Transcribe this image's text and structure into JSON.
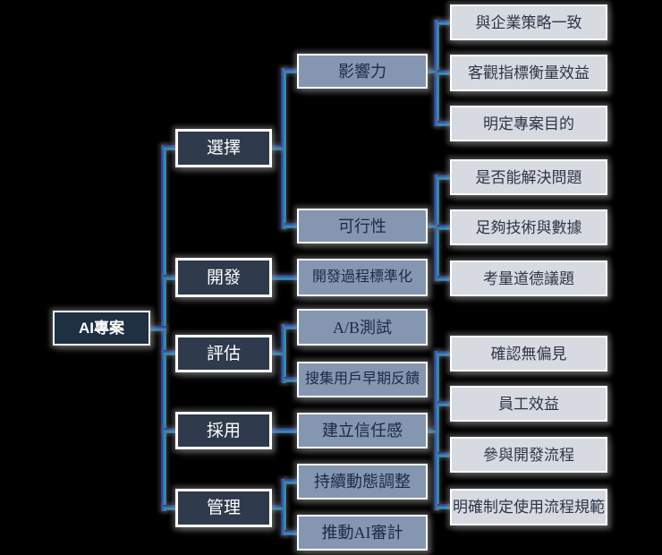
{
  "title": "AI project SmartArt hierarchy diagram",
  "root": {
    "label": "AI專案"
  },
  "stages": [
    {
      "label": "選擇",
      "children": [
        {
          "label": "影響力",
          "children": [
            {
              "label": "與企業策略一致"
            },
            {
              "label": "客觀指標衡量效益"
            },
            {
              "label": "明定專案目的"
            }
          ]
        },
        {
          "label": "可行性",
          "children": [
            {
              "label": "是否能解決問題"
            },
            {
              "label": "足夠技術與數據"
            },
            {
              "label": "考量道德議題"
            }
          ]
        }
      ]
    },
    {
      "label": "開發",
      "children": [
        {
          "label": "開發過程標準化",
          "children": []
        }
      ]
    },
    {
      "label": "評估",
      "children": [
        {
          "label": "A/B測試"
        },
        {
          "label": "搜集用戶早期反饋"
        }
      ]
    },
    {
      "label": "採用",
      "children": [
        {
          "label": "建立信任感",
          "children": [
            {
              "label": "確認無偏見"
            },
            {
              "label": "員工效益"
            },
            {
              "label": "參與開發流程"
            },
            {
              "label": "明確制定使用流程規範"
            }
          ]
        }
      ]
    },
    {
      "label": "管理",
      "children": [
        {
          "label": "持續動態調整"
        },
        {
          "label": "推動AI審計"
        }
      ]
    }
  ],
  "colors": {
    "background": "#000000",
    "level1_fill": "#1f3043",
    "level2_fill": "#2f3b4c",
    "level3_fill": "#8496b0",
    "level4_fill": "#d7dae1",
    "dark_text": "#1d2a44",
    "leaf_text": "#2e3547",
    "light_text": "#ffffff",
    "connector_blue": "#3f5cb0",
    "connector_blue_dark": "#283c86",
    "connector_teal": "#2aa4ab",
    "box_border": "#ffffff"
  }
}
